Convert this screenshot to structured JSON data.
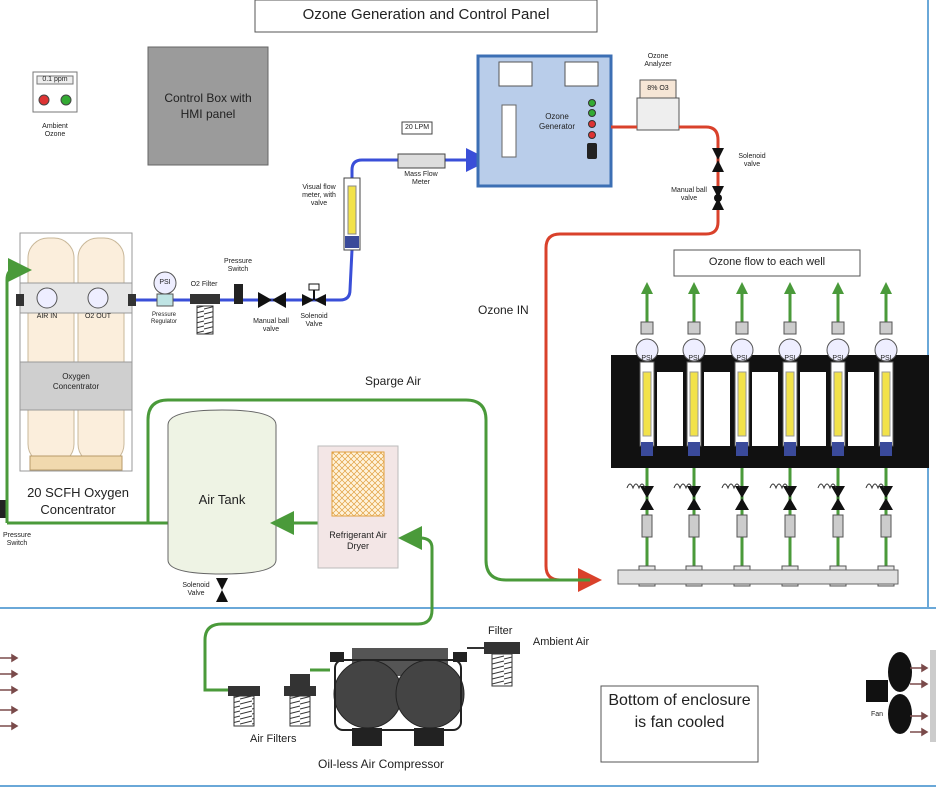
{
  "title": "Ozone Generation and Control Panel",
  "control_box": "Control Box with HMI panel",
  "ambient_ozone": {
    "display": "0.1 ppm",
    "label": "Ambient Ozone"
  },
  "oxygen_concentrator": {
    "gauge_air_in": "AIR IN",
    "gauge_o2_out": "O2 OUT",
    "panel_label": "Oxygen Concentrator",
    "caption": "20 SCFH Oxygen Concentrator"
  },
  "pressure_switch_left": "Pressure Switch",
  "pressure_regulator": "Pressure Regulator",
  "psi_label": "PSI",
  "o2_filter": "O2 Filter",
  "pressure_switch_top": "Pressure Switch",
  "manual_ball_valve": "Manual ball valve",
  "solenoid_valve": "Solenoid Valve",
  "visual_flow_meter": "Visual flow meter, with valve",
  "mass_flow_meter": {
    "display": "20 LPM",
    "label": "Mass Flow Meter"
  },
  "ozone_generator": "Ozone Generator",
  "ozone_analyzer": {
    "display": "8% O3",
    "label": "Ozone Analyzer"
  },
  "solenoid_valve_right": "Solenoid valve",
  "manual_ball_valve_right": "Manual ball valve",
  "ozone_in": "Ozone IN",
  "ozone_flow_each_well": "Ozone flow to each well",
  "sparge_air": "Sparge Air",
  "air_tank": "Air Tank",
  "tank_solenoid_valve": "Solenoid Valve",
  "refrigerant_dryer": "Refrigerant Air Dryer",
  "filter": "Filter",
  "ambient_air": "Ambient Air",
  "air_filters": "Air Filters",
  "compressor": "Oil-less Air Compressor",
  "bottom_note": "Bottom of enclosure is fan cooled",
  "fan": "Fan",
  "colors": {
    "blue_line": "#3a4fd8",
    "red_line": "#d9412b",
    "green_line": "#4a9a3a",
    "generator_fill": "#b9cdea",
    "generator_border": "#3c6fb4",
    "divider": "#6aa8d8"
  }
}
